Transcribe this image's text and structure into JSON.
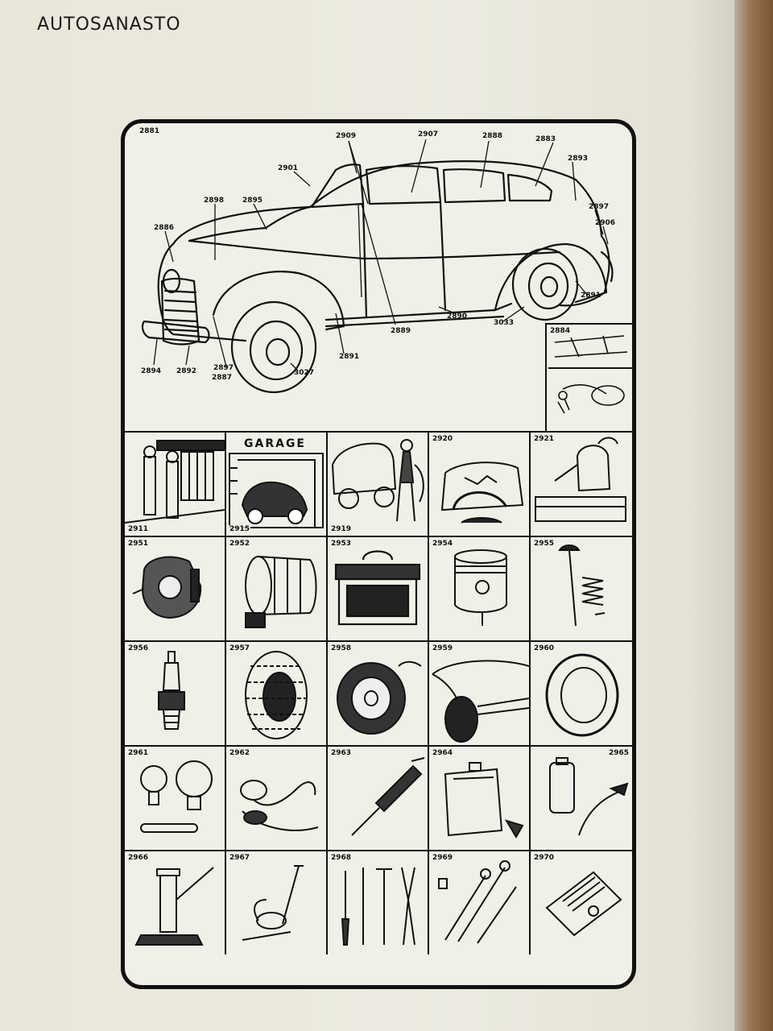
{
  "page": {
    "running_head": "AUTOSANASTO"
  },
  "car_diagram": {
    "figure_number": "2881",
    "callouts": [
      {
        "id": "c2901",
        "label": "2901"
      },
      {
        "id": "c2909",
        "label": "2909"
      },
      {
        "id": "c2907",
        "label": "2907"
      },
      {
        "id": "c2888",
        "label": "2888"
      },
      {
        "id": "c2883",
        "label": "2883"
      },
      {
        "id": "c2893",
        "label": "2893"
      },
      {
        "id": "c2898",
        "label": "2898"
      },
      {
        "id": "c2895",
        "label": "2895"
      },
      {
        "id": "c2897r",
        "label": "2897"
      },
      {
        "id": "c2906",
        "label": "2906"
      },
      {
        "id": "c2886",
        "label": "2886"
      },
      {
        "id": "c2897l",
        "label": "2897"
      },
      {
        "id": "c2891r",
        "label": "2891"
      },
      {
        "id": "c3033",
        "label": "3033"
      },
      {
        "id": "c2890",
        "label": "2890"
      },
      {
        "id": "c2889",
        "label": "2889"
      },
      {
        "id": "c2891",
        "label": "2891"
      },
      {
        "id": "c2894",
        "label": "2894"
      },
      {
        "id": "c2892",
        "label": "2892"
      },
      {
        "id": "c2887",
        "label": "2887"
      },
      {
        "id": "c3027",
        "label": "3027"
      }
    ],
    "inset_number": "2884"
  },
  "cells": [
    {
      "number": "2911",
      "subject": "gas-station"
    },
    {
      "number": "2915",
      "subject": "garage",
      "sign_text": "GARAGE"
    },
    {
      "number": "2919",
      "subject": "mechanic-washing-car"
    },
    {
      "number": "2920",
      "subject": "dented-fender"
    },
    {
      "number": "2921",
      "subject": "oil-can"
    },
    {
      "number": "2951",
      "subject": "carburetor"
    },
    {
      "number": "2952",
      "subject": "generator"
    },
    {
      "number": "2953",
      "subject": "battery"
    },
    {
      "number": "2954",
      "subject": "piston"
    },
    {
      "number": "2955",
      "subject": "valve-and-spring"
    },
    {
      "number": "2956",
      "subject": "spark-plug"
    },
    {
      "number": "2957",
      "subject": "snow-chains-tire"
    },
    {
      "number": "2958",
      "subject": "flat-tire"
    },
    {
      "number": "2959",
      "subject": "skid-wheel"
    },
    {
      "number": "2960",
      "subject": "inner-tube"
    },
    {
      "number": "2961",
      "subject": "light-bulbs"
    },
    {
      "number": "2962",
      "subject": "tow-rope"
    },
    {
      "number": "2963",
      "subject": "grease-gun"
    },
    {
      "number": "2964",
      "subject": "fuel-can-and-funnel"
    },
    {
      "number": "2965",
      "subject": "oiler"
    },
    {
      "number": "2966",
      "subject": "jack"
    },
    {
      "number": "2967",
      "subject": "tire-pump"
    },
    {
      "number": "2968",
      "subject": "hand-tools"
    },
    {
      "number": "2969",
      "subject": "wrenches"
    },
    {
      "number": "2970",
      "subject": "manual-booklet"
    }
  ]
}
